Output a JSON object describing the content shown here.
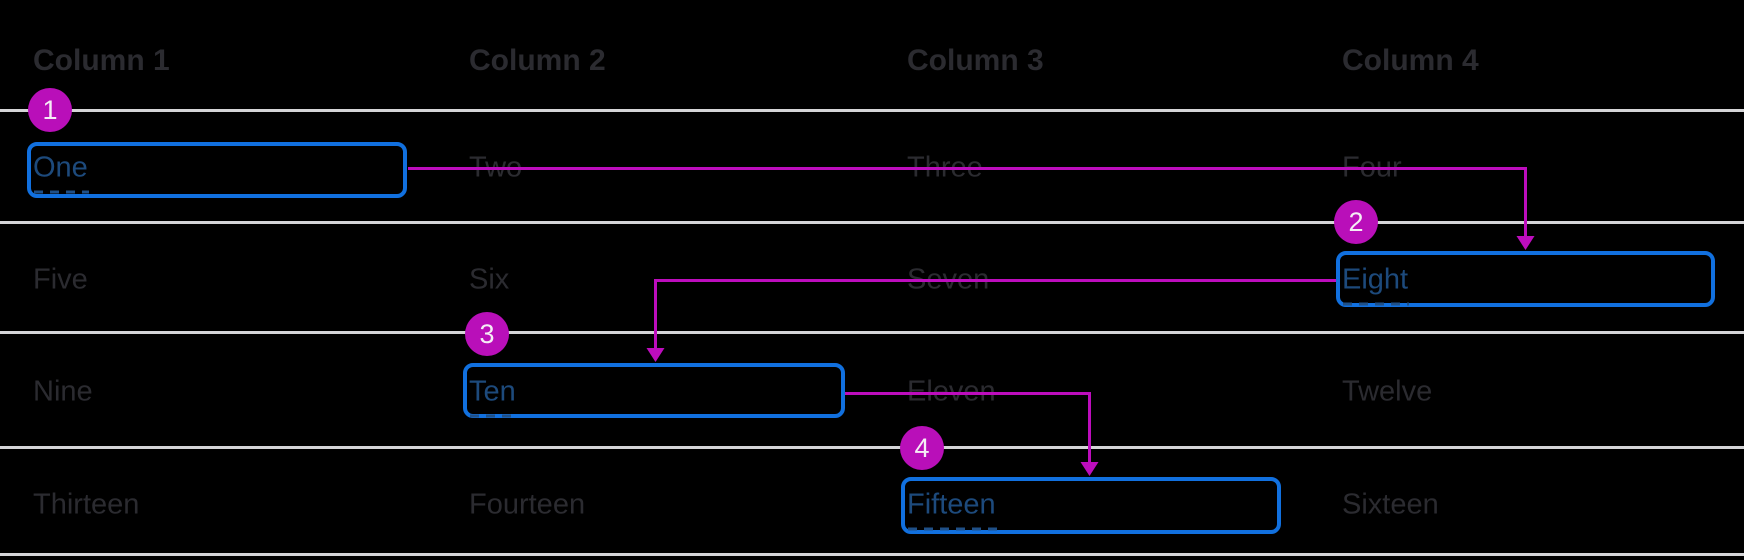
{
  "table": {
    "columns": [
      "Column 1",
      "Column 2",
      "Column 3",
      "Column 4"
    ],
    "rows": [
      [
        "One",
        "Two",
        "Three",
        "Four"
      ],
      [
        "Five",
        "Six",
        "Seven",
        "Eight"
      ],
      [
        "Nine",
        "Ten",
        "Eleven",
        "Twelve"
      ],
      [
        "Thirteen",
        "Fourteen",
        "Fifteen",
        "Sixteen"
      ]
    ]
  },
  "focus_steps": [
    {
      "step": "1",
      "cell": "One"
    },
    {
      "step": "2",
      "cell": "Eight"
    },
    {
      "step": "3",
      "cell": "Ten"
    },
    {
      "step": "4",
      "cell": "Fifteen"
    }
  ],
  "colors": {
    "background": "#000000",
    "accent_magenta": "#bd0dbd",
    "badge_magenta": "#b90fb9",
    "focus_ring_blue": "#1170df",
    "focus_text_blue": "#1d4a7c",
    "muted_text": "#2b2b30",
    "row_divider": "#d5d5d7"
  }
}
